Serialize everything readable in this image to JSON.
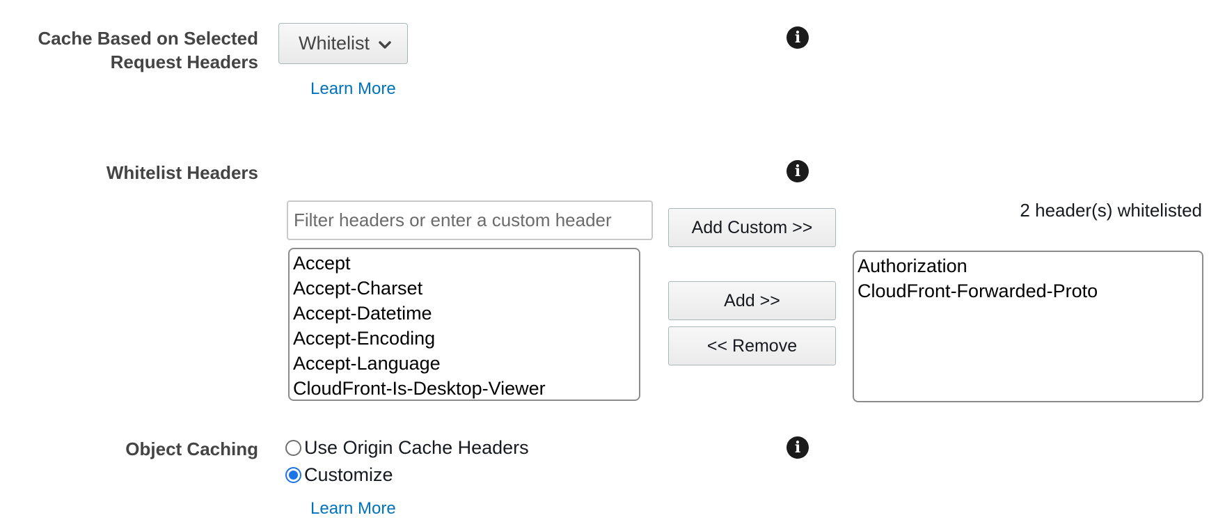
{
  "cache_headers": {
    "label_line1": "Cache Based on Selected",
    "label_line2": "Request Headers",
    "select_value": "Whitelist",
    "learn_more": "Learn More",
    "info_icon": "info-icon"
  },
  "whitelist_headers": {
    "label": "Whitelist Headers",
    "filter_placeholder": "Filter headers or enter a custom header",
    "filter_value": "",
    "available": [
      "Accept",
      "Accept-Charset",
      "Accept-Datetime",
      "Accept-Encoding",
      "Accept-Language",
      "CloudFront-Is-Desktop-Viewer"
    ],
    "buttons": {
      "add_custom": "Add Custom >>",
      "add": "Add >>",
      "remove": "<< Remove"
    },
    "count_text": "2 header(s) whitelisted",
    "selected": [
      "Authorization",
      "CloudFront-Forwarded-Proto"
    ],
    "info_icon": "info-icon"
  },
  "object_caching": {
    "label": "Object Caching",
    "options": [
      {
        "label": "Use Origin Cache Headers",
        "checked": false
      },
      {
        "label": "Customize",
        "checked": true
      }
    ],
    "learn_more": "Learn More",
    "info_icon": "info-icon"
  },
  "colors": {
    "link": "#0073bb",
    "label": "#444444",
    "radio_checked": "#1a73e8"
  }
}
